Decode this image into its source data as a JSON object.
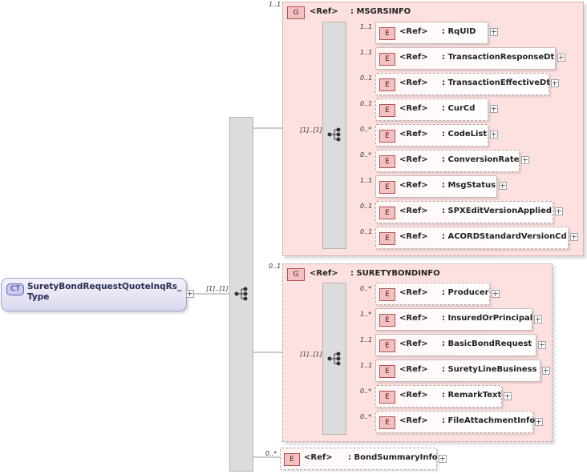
{
  "root": {
    "tag": "CT",
    "name": "SuretyBondRequestQuoteInqRs_Type",
    "sequence_cardinality": "[1]..[1]"
  },
  "groups": [
    {
      "tag": "G",
      "ref": "<Ref>",
      "name": ": MSGRSINFO",
      "cardinality": "1..1",
      "sequence_cardinality": "[1]..[1]",
      "elements": [
        {
          "tag": "E",
          "ref": "<Ref>",
          "name": ": RqUID",
          "cardinality": "1..1"
        },
        {
          "tag": "E",
          "ref": "<Ref>",
          "name": ": TransactionResponseDt",
          "cardinality": "1..1"
        },
        {
          "tag": "E",
          "ref": "<Ref>",
          "name": ": TransactionEffectiveDt",
          "cardinality": "0..1"
        },
        {
          "tag": "E",
          "ref": "<Ref>",
          "name": ": CurCd",
          "cardinality": "0..1"
        },
        {
          "tag": "E",
          "ref": "<Ref>",
          "name": ": CodeList",
          "cardinality": "0..*"
        },
        {
          "tag": "E",
          "ref": "<Ref>",
          "name": ": ConversionRate",
          "cardinality": "0..*"
        },
        {
          "tag": "E",
          "ref": "<Ref>",
          "name": ": MsgStatus",
          "cardinality": "1..1"
        },
        {
          "tag": "E",
          "ref": "<Ref>",
          "name": ": SPXEditVersionApplied",
          "cardinality": "0..1"
        },
        {
          "tag": "E",
          "ref": "<Ref>",
          "name": ": ACORDStandardVersionCd",
          "cardinality": "0..1"
        }
      ]
    },
    {
      "tag": "G",
      "ref": "<Ref>",
      "name": ": SURETYBONDINFO",
      "cardinality": "0..1",
      "sequence_cardinality": "[1]..[1]",
      "elements": [
        {
          "tag": "E",
          "ref": "<Ref>",
          "name": ": Producer",
          "cardinality": "0..*"
        },
        {
          "tag": "E",
          "ref": "<Ref>",
          "name": ": InsuredOrPrincipal",
          "cardinality": "1..*"
        },
        {
          "tag": "E",
          "ref": "<Ref>",
          "name": ": BasicBondRequest",
          "cardinality": "1..1"
        },
        {
          "tag": "E",
          "ref": "<Ref>",
          "name": ": SuretyLineBusiness",
          "cardinality": "1..1"
        },
        {
          "tag": "E",
          "ref": "<Ref>",
          "name": ": RemarkText",
          "cardinality": "0..*"
        },
        {
          "tag": "E",
          "ref": "<Ref>",
          "name": ": FileAttachmentInfo",
          "cardinality": "0..*"
        }
      ]
    }
  ],
  "trailing_element": {
    "tag": "E",
    "ref": "<Ref>",
    "name": ": BondSummaryInfo",
    "cardinality": "0..*"
  }
}
